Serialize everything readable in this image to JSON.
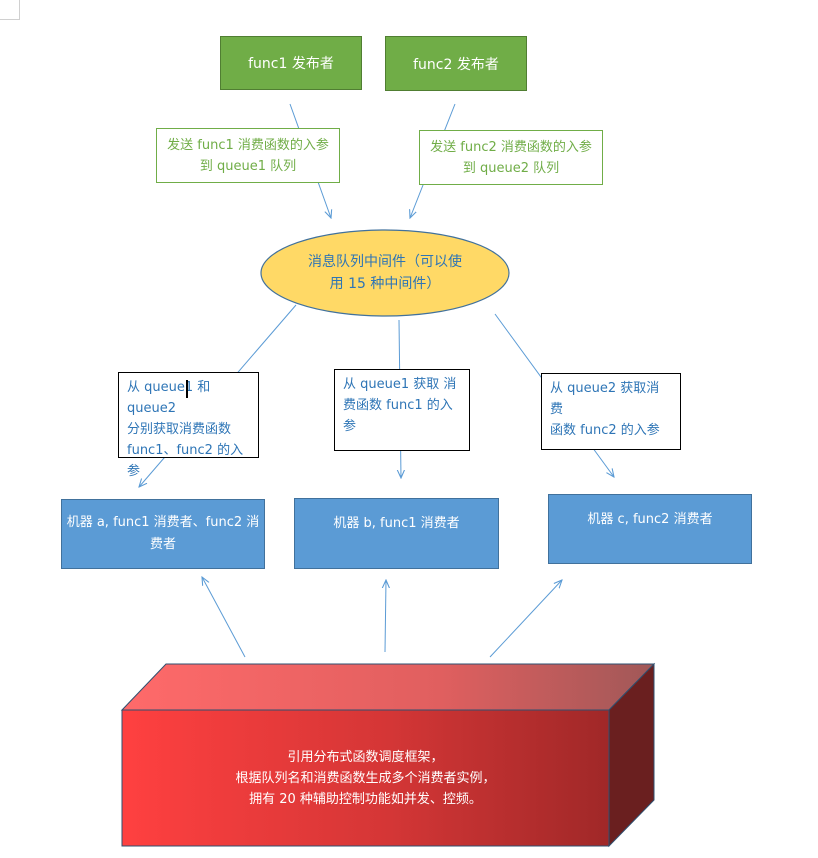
{
  "publishers": {
    "func1": "func1 发布者",
    "func2": "func2 发布者"
  },
  "send_notes": {
    "func1": [
      "发送 func1 消费函数的入参",
      "到 queue1 队列"
    ],
    "func2": [
      "发送 func2 消费函数的入参",
      "到 queue2 队列"
    ]
  },
  "middleware": [
    "消息队列中间件（可以使",
    "用 15 种中间件）"
  ],
  "fetch_notes": {
    "a": [
      "从 queue1 和 queue2",
      "分别获取消费函数",
      "func1、func2 的入参"
    ],
    "b": [
      "从  queue1  获取 消",
      "费函数 func1 的入",
      "参"
    ],
    "c": [
      "从 queue2 获取消费",
      "函数 func2 的入参"
    ]
  },
  "machines": {
    "a": [
      "机器 a, func1 消费者、func2 消",
      "费者"
    ],
    "b": "机器 b, func1 消费者",
    "c": "机器 c, func2 消费者"
  },
  "framework": [
    "引用分布式函数调度框架，",
    "根据队列名和消费函数生成多个消费者实例，",
    "拥有 20 种辅助控制功能如并发、控频。"
  ],
  "colors": {
    "publisher_fill": "#70ad47",
    "middleware_fill": "#ffd966",
    "machine_fill": "#5b9bd5",
    "framework_fill": "#ff4040",
    "arrow": "#5b9bd5"
  }
}
